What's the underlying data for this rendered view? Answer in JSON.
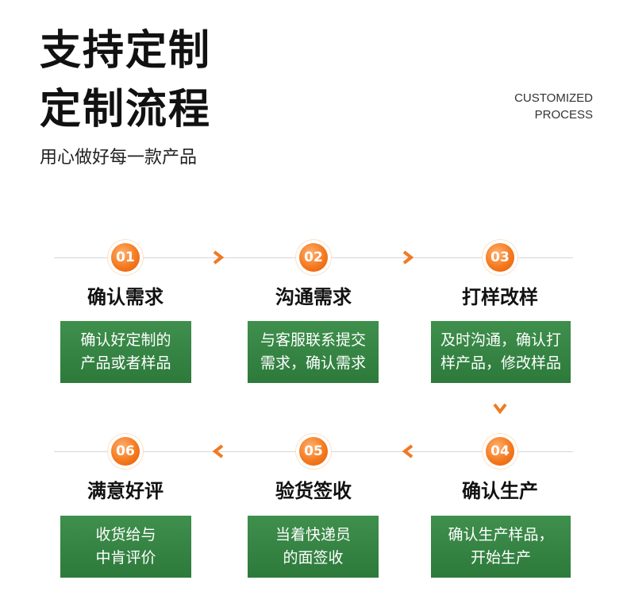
{
  "header": {
    "title_line1": "支持定制",
    "title_line2": "定制流程",
    "subtitle": "用心做好每一款产品",
    "english_line1": "CUSTOMIZED",
    "english_line2": "PROCESS"
  },
  "steps": [
    {
      "number": "01",
      "title": "确认需求",
      "line1": "确认好定制的",
      "line2": "产品或者样品"
    },
    {
      "number": "02",
      "title": "沟通需求",
      "line1": "与客服联系提交",
      "line2": "需求，确认需求"
    },
    {
      "number": "03",
      "title": "打样改样",
      "line1": "及时沟通，确认打",
      "line2": "样产品，修改样品"
    },
    {
      "number": "04",
      "title": "确认生产",
      "line1": "确认生产样品，",
      "line2": "开始生产"
    },
    {
      "number": "05",
      "title": "验货签收",
      "line1": "当着快递员",
      "line2": "的面签收"
    },
    {
      "number": "06",
      "title": "满意好评",
      "line1": "收货给与",
      "line2": "中肯评价"
    }
  ],
  "colors": {
    "accent_orange": "#f47a1f",
    "card_green": "#2d7a3b"
  },
  "icons": {
    "arrow_right": "chevron-right-icon",
    "arrow_left": "chevron-left-icon",
    "arrow_down": "chevron-down-icon"
  }
}
